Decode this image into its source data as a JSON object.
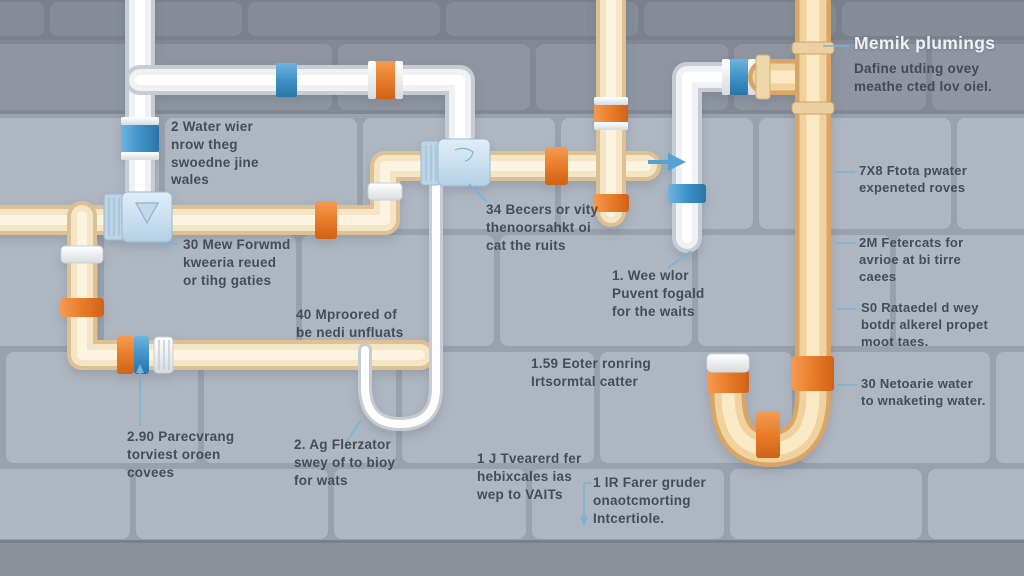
{
  "diagram": {
    "title": "Memik plumings",
    "subtitle": "Dafine utding ovey\nmeathe cted lov oiel.",
    "annotations": {
      "water_line": "2 Water wier\nnrow theg\nswoedne jine\nwales",
      "mew_forwmd": "30 Mew Forwmd\nkweeria reued\nor tihg gaties",
      "mproored": "40 Mproored of\nbe nedi unfluats",
      "parecvrang": "2.90 Parecvrang\ntorviest oroen\ncovees",
      "flerzator": "2. Ag Flerzator\nswey of to bioy\nfor wats",
      "becers": "34 Becers or vity\nthenoorsahkt oi\ncat the ruits",
      "wee_wlor": "1. Wee wlor\nPuvent fogald\nfor the waits",
      "eoter": "1.59 Eoter ronring\nIrtsormtal catter",
      "tvearerd": "1 J Tvearerd fer\nhebixcales ias\nwep to VAITs",
      "farer_gruder": "1 lR Farer gruder\nonaotcmorting\nIntcertiole.",
      "ftota": "7X8 Ftota pwater\nexpeneted roves",
      "fetercats": "2M Fetercats for\navrioe at bi tirre\ncaees",
      "rataedel": "S0 Rataedel d wey\nbotdr alkerel propet\nmoot taes.",
      "netoarie": "30 Netoarie water\nto wnaketing water."
    },
    "colors": {
      "wall_tile": "#aeb6c1",
      "wall_grout": "#99a1ad",
      "wall_top_band": "#838a95",
      "wall_bottom_band": "#8a919b",
      "pipe_white": "#eff1f4",
      "pipe_cream": "#f4e5c5",
      "pipe_tan": "#f0d29e",
      "fitting_orange": "#ea7f2d",
      "fitting_blue": "#3f92c8",
      "valve_light_blue": "#cde0ef",
      "leader_line": "#79b2d7",
      "label_text": "#3d4551",
      "title_text": "#edf1f6"
    }
  }
}
